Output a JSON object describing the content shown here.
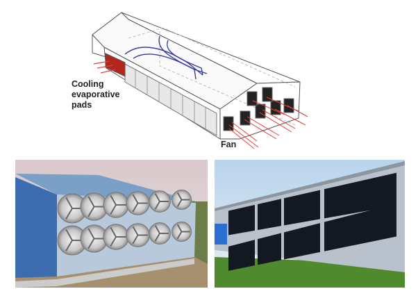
{
  "diagram": {
    "labels": {
      "pads": "Cooling evaporative pads",
      "fan": "Fan"
    },
    "colors": {
      "airflow_in": "#e0403a",
      "airflow_inside": "#3b3b9a",
      "pad": "#b3261e"
    }
  },
  "photos": [
    {
      "subject": "fan-wall",
      "fan_rows": 2,
      "fans_per_row": 6
    },
    {
      "subject": "pad-wall",
      "pad_rows": 2,
      "pads_per_row": 4
    }
  ]
}
